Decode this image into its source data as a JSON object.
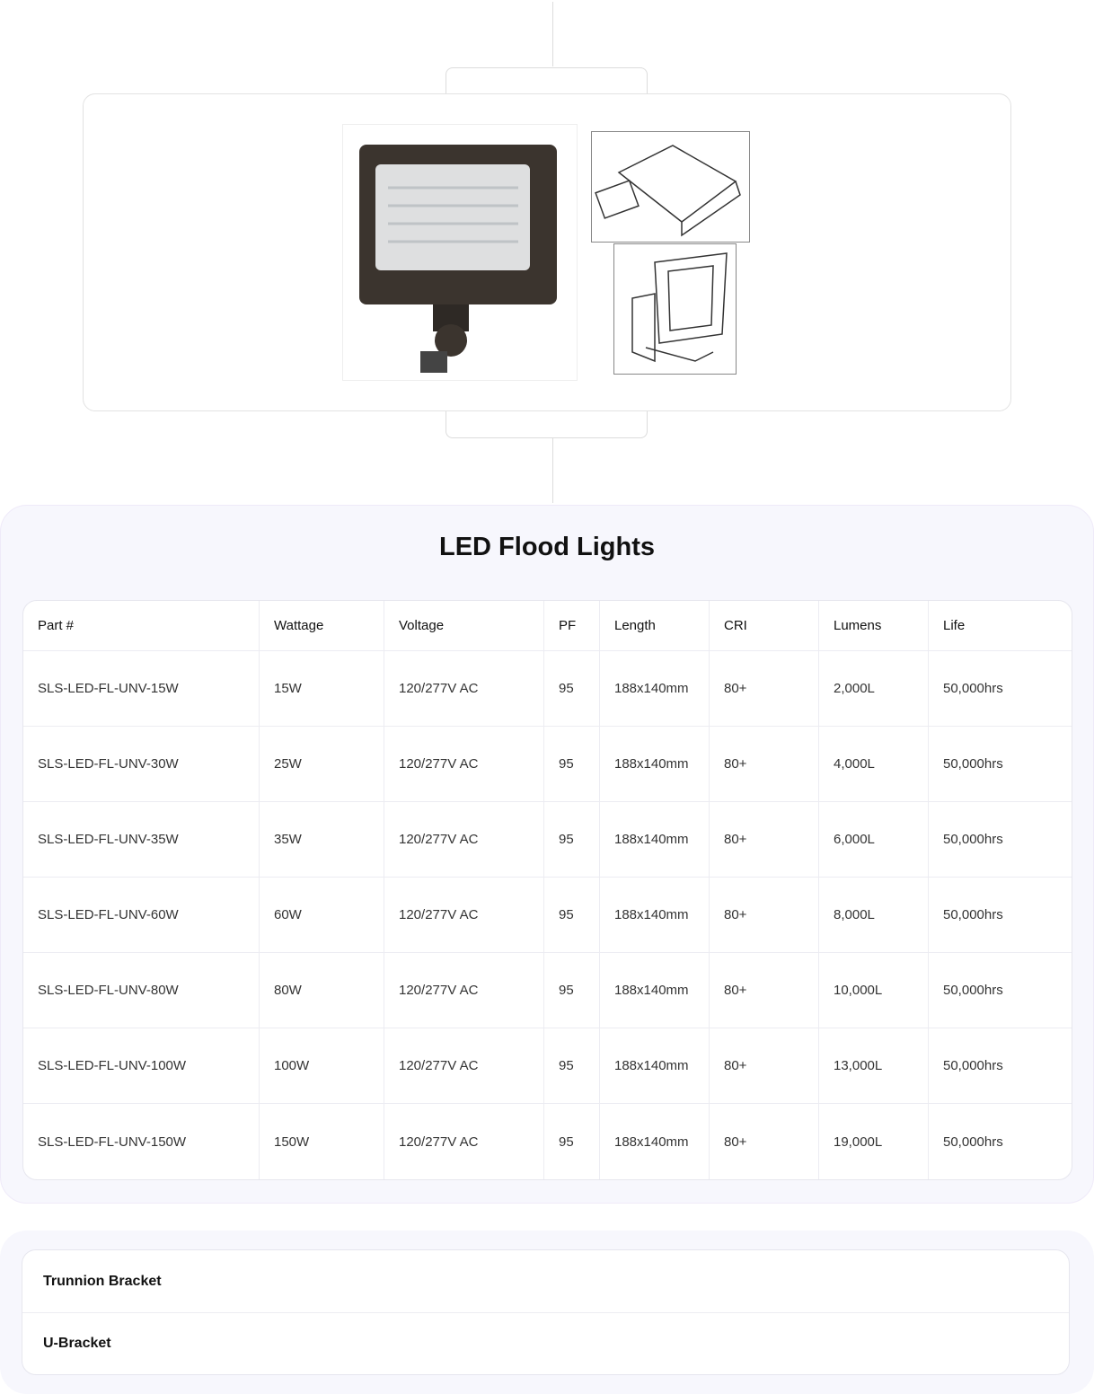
{
  "title": "LED Flood Lights",
  "columns": [
    "Part #",
    "Wattage",
    "Voltage",
    "PF",
    "Length",
    "CRI",
    "Lumens",
    "Life"
  ],
  "rows": [
    [
      "SLS-LED-FL-UNV-15W",
      "15W",
      "120/277V AC",
      "95",
      "188x140mm",
      "80+",
      "2,000L",
      "50,000hrs"
    ],
    [
      "SLS-LED-FL-UNV-30W",
      "25W",
      "120/277V AC",
      "95",
      "188x140mm",
      "80+",
      "4,000L",
      "50,000hrs"
    ],
    [
      "SLS-LED-FL-UNV-35W",
      "35W",
      "120/277V AC",
      "95",
      "188x140mm",
      "80+",
      "6,000L",
      "50,000hrs"
    ],
    [
      "SLS-LED-FL-UNV-60W",
      "60W",
      "120/277V AC",
      "95",
      "188x140mm",
      "80+",
      "8,000L",
      "50,000hrs"
    ],
    [
      "SLS-LED-FL-UNV-80W",
      "80W",
      "120/277V AC",
      "95",
      "188x140mm",
      "80+",
      "10,000L",
      "50,000hrs"
    ],
    [
      "SLS-LED-FL-UNV-100W",
      "100W",
      "120/277V AC",
      "95",
      "188x140mm",
      "80+",
      "13,000L",
      "50,000hrs"
    ],
    [
      "SLS-LED-FL-UNV-150W",
      "150W",
      "120/277V AC",
      "95",
      "188x140mm",
      "80+",
      "19,000L",
      "50,000hrs"
    ]
  ],
  "accessories": [
    "Trunnion Bracket",
    "U-Bracket"
  ]
}
